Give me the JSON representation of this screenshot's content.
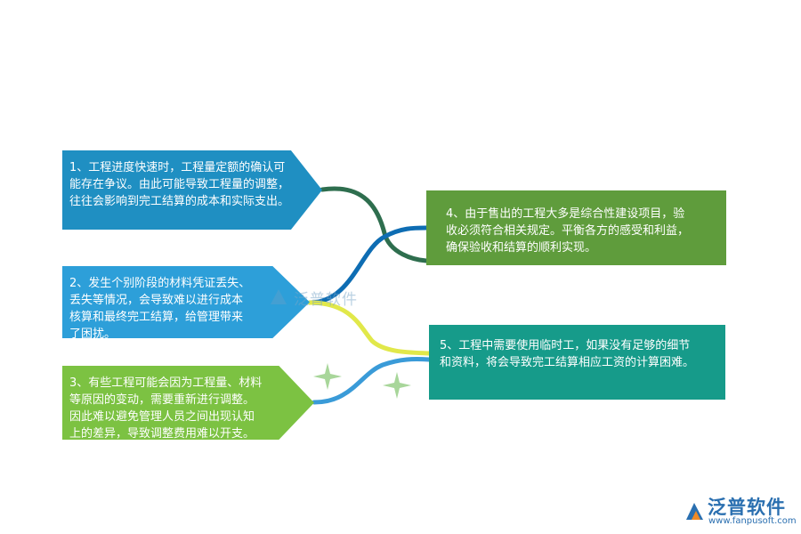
{
  "boxes": {
    "b1": {
      "text": "1、工程进度快速时，工程量定额的确认可\n能存在争议。由此可能导致工程量的调整，\n往往会影响到完工结算的成本和实际支出。",
      "color": "#1f8fc2"
    },
    "b2": {
      "text": "2、发生个别阶段的材料凭证丢失、\n丢失等情况，会导致难以进行成本\n核算和最终完工结算，给管理带来\n了困扰。",
      "color": "#2d9fd9"
    },
    "b3": {
      "text": "3、有些工程可能会因为工程量、材料\n等原因的变动，需要重新进行调整。\n因此难以避免管理人员之间出现认知\n上的差异，导致调整费用难以开支。",
      "color": "#7cc242"
    },
    "b4": {
      "text": "4、由于售出的工程大多是综合性建设项目，验\n收必须符合相关规定。平衡各方的感受和利益，\n确保验收和结算的顺利实现。",
      "color": "#5f9c3c"
    },
    "b5": {
      "text": "5、工程中需要使用临时工，如果没有足够的细节\n和资料，将会导致完工结算相应工资的计算困难。",
      "color": "#169b8a"
    }
  },
  "connectors": {
    "c1": "#2e6e4e",
    "c2": "#0e6db3",
    "c3": "#e1e84a",
    "c4": "#3a9bd8"
  },
  "watermark": {
    "text": "泛普软件"
  },
  "logo": {
    "name": "泛普软件",
    "url": "www.fanpusoft.com",
    "color": "#2a6fb0"
  }
}
